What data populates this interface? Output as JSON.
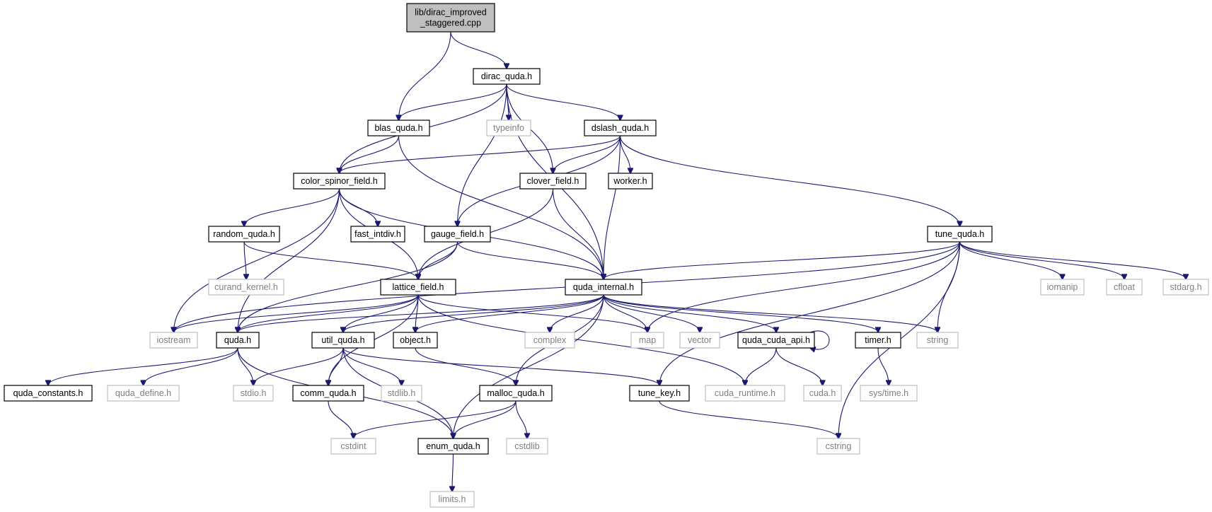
{
  "graph": {
    "title": "",
    "nodes": [
      {
        "id": "root",
        "lines": [
          "lib/dirac_improved",
          "_staggered.cpp"
        ],
        "kind": "root"
      },
      {
        "id": "dirac_quda",
        "lines": [
          "dirac_quda.h"
        ],
        "kind": "documented"
      },
      {
        "id": "blas_quda",
        "lines": [
          "blas_quda.h"
        ],
        "kind": "documented"
      },
      {
        "id": "typeinfo",
        "lines": [
          "typeinfo"
        ],
        "kind": "external"
      },
      {
        "id": "dslash_quda",
        "lines": [
          "dslash_quda.h"
        ],
        "kind": "documented"
      },
      {
        "id": "color_spinor_field",
        "lines": [
          "color_spinor_field.h"
        ],
        "kind": "documented"
      },
      {
        "id": "clover_field",
        "lines": [
          "clover_field.h"
        ],
        "kind": "documented"
      },
      {
        "id": "worker",
        "lines": [
          "worker.h"
        ],
        "kind": "documented"
      },
      {
        "id": "random_quda",
        "lines": [
          "random_quda.h"
        ],
        "kind": "documented"
      },
      {
        "id": "fast_intdiv",
        "lines": [
          "fast_intdiv.h"
        ],
        "kind": "documented"
      },
      {
        "id": "gauge_field",
        "lines": [
          "gauge_field.h"
        ],
        "kind": "documented"
      },
      {
        "id": "tune_quda",
        "lines": [
          "tune_quda.h"
        ],
        "kind": "documented"
      },
      {
        "id": "curand_kernel",
        "lines": [
          "curand_kernel.h"
        ],
        "kind": "external"
      },
      {
        "id": "lattice_field",
        "lines": [
          "lattice_field.h"
        ],
        "kind": "documented"
      },
      {
        "id": "quda_internal",
        "lines": [
          "quda_internal.h"
        ],
        "kind": "documented"
      },
      {
        "id": "iomanip",
        "lines": [
          "iomanip"
        ],
        "kind": "external"
      },
      {
        "id": "cfloat",
        "lines": [
          "cfloat"
        ],
        "kind": "external"
      },
      {
        "id": "stdarg",
        "lines": [
          "stdarg.h"
        ],
        "kind": "external"
      },
      {
        "id": "iostream",
        "lines": [
          "iostream"
        ],
        "kind": "external"
      },
      {
        "id": "quda",
        "lines": [
          "quda.h"
        ],
        "kind": "documented"
      },
      {
        "id": "util_quda",
        "lines": [
          "util_quda.h"
        ],
        "kind": "documented"
      },
      {
        "id": "object",
        "lines": [
          "object.h"
        ],
        "kind": "documented"
      },
      {
        "id": "complex",
        "lines": [
          "complex"
        ],
        "kind": "external"
      },
      {
        "id": "map",
        "lines": [
          "map"
        ],
        "kind": "external"
      },
      {
        "id": "vector",
        "lines": [
          "vector"
        ],
        "kind": "external"
      },
      {
        "id": "quda_cuda_api",
        "lines": [
          "quda_cuda_api.h"
        ],
        "kind": "documented"
      },
      {
        "id": "timer",
        "lines": [
          "timer.h"
        ],
        "kind": "documented"
      },
      {
        "id": "string",
        "lines": [
          "string"
        ],
        "kind": "external"
      },
      {
        "id": "quda_constants",
        "lines": [
          "quda_constants.h"
        ],
        "kind": "documented"
      },
      {
        "id": "quda_define",
        "lines": [
          "quda_define.h"
        ],
        "kind": "external"
      },
      {
        "id": "stdio",
        "lines": [
          "stdio.h"
        ],
        "kind": "external"
      },
      {
        "id": "comm_quda",
        "lines": [
          "comm_quda.h"
        ],
        "kind": "documented"
      },
      {
        "id": "stdlib",
        "lines": [
          "stdlib.h"
        ],
        "kind": "external"
      },
      {
        "id": "malloc_quda",
        "lines": [
          "malloc_quda.h"
        ],
        "kind": "documented"
      },
      {
        "id": "tune_key",
        "lines": [
          "tune_key.h"
        ],
        "kind": "documented"
      },
      {
        "id": "cuda_runtime",
        "lines": [
          "cuda_runtime.h"
        ],
        "kind": "external"
      },
      {
        "id": "cuda",
        "lines": [
          "cuda.h"
        ],
        "kind": "external"
      },
      {
        "id": "sys_time",
        "lines": [
          "sys/time.h"
        ],
        "kind": "external"
      },
      {
        "id": "cstdint",
        "lines": [
          "cstdint"
        ],
        "kind": "external"
      },
      {
        "id": "enum_quda",
        "lines": [
          "enum_quda.h"
        ],
        "kind": "documented"
      },
      {
        "id": "cstdlib",
        "lines": [
          "cstdlib"
        ],
        "kind": "external"
      },
      {
        "id": "cstring",
        "lines": [
          "cstring"
        ],
        "kind": "external"
      },
      {
        "id": "limits",
        "lines": [
          "limits.h"
        ],
        "kind": "external"
      }
    ],
    "edges": [
      [
        "root",
        "dirac_quda"
      ],
      [
        "root",
        "blas_quda"
      ],
      [
        "dirac_quda",
        "blas_quda"
      ],
      [
        "dirac_quda",
        "typeinfo"
      ],
      [
        "dirac_quda",
        "dslash_quda"
      ],
      [
        "dirac_quda",
        "color_spinor_field"
      ],
      [
        "dirac_quda",
        "clover_field"
      ],
      [
        "dirac_quda",
        "gauge_field"
      ],
      [
        "dirac_quda",
        "quda_internal"
      ],
      [
        "blas_quda",
        "color_spinor_field"
      ],
      [
        "blas_quda",
        "quda_internal"
      ],
      [
        "dslash_quda",
        "color_spinor_field"
      ],
      [
        "dslash_quda",
        "clover_field"
      ],
      [
        "dslash_quda",
        "worker"
      ],
      [
        "dslash_quda",
        "gauge_field"
      ],
      [
        "dslash_quda",
        "tune_quda"
      ],
      [
        "dslash_quda",
        "quda_internal"
      ],
      [
        "color_spinor_field",
        "random_quda"
      ],
      [
        "color_spinor_field",
        "fast_intdiv"
      ],
      [
        "color_spinor_field",
        "lattice_field"
      ],
      [
        "color_spinor_field",
        "quda_internal"
      ],
      [
        "color_spinor_field",
        "iostream"
      ],
      [
        "color_spinor_field",
        "quda"
      ],
      [
        "clover_field",
        "lattice_field"
      ],
      [
        "clover_field",
        "quda_internal"
      ],
      [
        "random_quda",
        "curand_kernel"
      ],
      [
        "random_quda",
        "lattice_field"
      ],
      [
        "gauge_field",
        "lattice_field"
      ],
      [
        "gauge_field",
        "quda_internal"
      ],
      [
        "gauge_field",
        "quda"
      ],
      [
        "tune_quda",
        "quda_internal"
      ],
      [
        "tune_quda",
        "iomanip"
      ],
      [
        "tune_quda",
        "cfloat"
      ],
      [
        "tune_quda",
        "stdarg"
      ],
      [
        "tune_quda",
        "iostream"
      ],
      [
        "tune_quda",
        "map"
      ],
      [
        "tune_quda",
        "string"
      ],
      [
        "tune_quda",
        "tune_key"
      ],
      [
        "tune_quda",
        "cstring"
      ],
      [
        "lattice_field",
        "iostream"
      ],
      [
        "lattice_field",
        "quda"
      ],
      [
        "lattice_field",
        "util_quda"
      ],
      [
        "lattice_field",
        "object"
      ],
      [
        "lattice_field",
        "map"
      ],
      [
        "lattice_field",
        "comm_quda"
      ],
      [
        "lattice_field",
        "cuda_runtime"
      ],
      [
        "quda_internal",
        "quda"
      ],
      [
        "quda_internal",
        "util_quda"
      ],
      [
        "quda_internal",
        "object"
      ],
      [
        "quda_internal",
        "complex"
      ],
      [
        "quda_internal",
        "map"
      ],
      [
        "quda_internal",
        "vector"
      ],
      [
        "quda_internal",
        "quda_cuda_api"
      ],
      [
        "quda_internal",
        "timer"
      ],
      [
        "quda_internal",
        "string"
      ],
      [
        "quda_internal",
        "malloc_quda"
      ],
      [
        "quda_internal",
        "enum_quda"
      ],
      [
        "quda",
        "quda_constants"
      ],
      [
        "quda",
        "quda_define"
      ],
      [
        "quda",
        "stdio"
      ],
      [
        "quda",
        "enum_quda"
      ],
      [
        "util_quda",
        "stdio"
      ],
      [
        "util_quda",
        "comm_quda"
      ],
      [
        "util_quda",
        "stdlib"
      ],
      [
        "util_quda",
        "tune_key"
      ],
      [
        "util_quda",
        "enum_quda"
      ],
      [
        "object",
        "malloc_quda"
      ],
      [
        "quda_cuda_api",
        "quda_cuda_api"
      ],
      [
        "quda_cuda_api",
        "cuda_runtime"
      ],
      [
        "quda_cuda_api",
        "cuda"
      ],
      [
        "timer",
        "sys_time"
      ],
      [
        "comm_quda",
        "cstdint"
      ],
      [
        "malloc_quda",
        "cstdint"
      ],
      [
        "malloc_quda",
        "enum_quda"
      ],
      [
        "malloc_quda",
        "cstdlib"
      ],
      [
        "tune_key",
        "cstring"
      ],
      [
        "enum_quda",
        "limits"
      ]
    ]
  },
  "colors": {
    "edge": "#191970",
    "root_fill": "#bfbfbf",
    "documented_border": "#000000",
    "external_border": "#bfbfbf",
    "external_text": "#808080",
    "text": "#000000"
  }
}
